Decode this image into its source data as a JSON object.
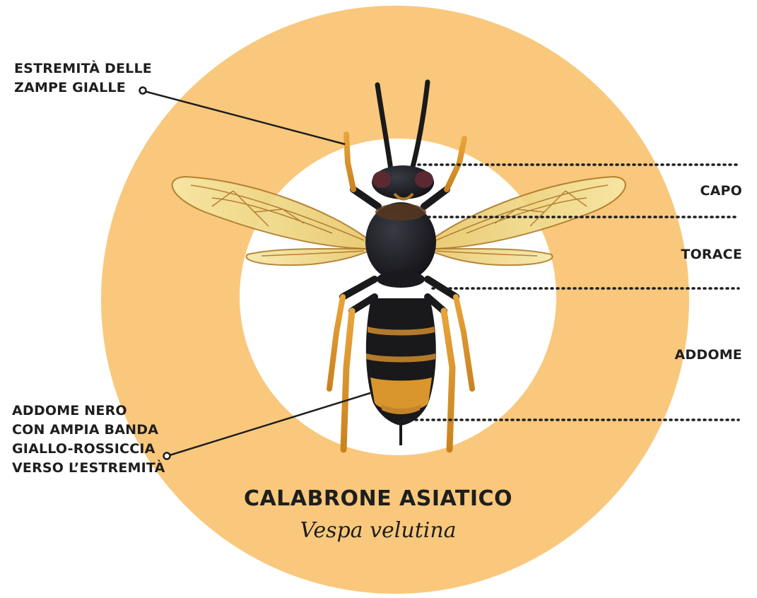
{
  "colors": {
    "ring": "#f9c87c",
    "text": "#1e1e1e",
    "line": "#222222",
    "background": "#ffffff"
  },
  "labels": {
    "legs_line1": "ESTREMITÀ DELLE",
    "legs_line2": "ZAMPE GIALLE",
    "head": "CAPO",
    "thorax": "TORACE",
    "abdomen": "ADDOME",
    "abdomen_note_line1": "ADDOME NERO",
    "abdomen_note_line2": "CON AMPIA BANDA",
    "abdomen_note_line3": "GIALLO-ROSSICCIA",
    "abdomen_note_line4": "VERSO L’ESTREMITÀ"
  },
  "title": "CALABRONE ASIATICO",
  "subtitle": "Vespa velutina",
  "icons": [
    "hornet-illustration",
    "orange-ring"
  ]
}
